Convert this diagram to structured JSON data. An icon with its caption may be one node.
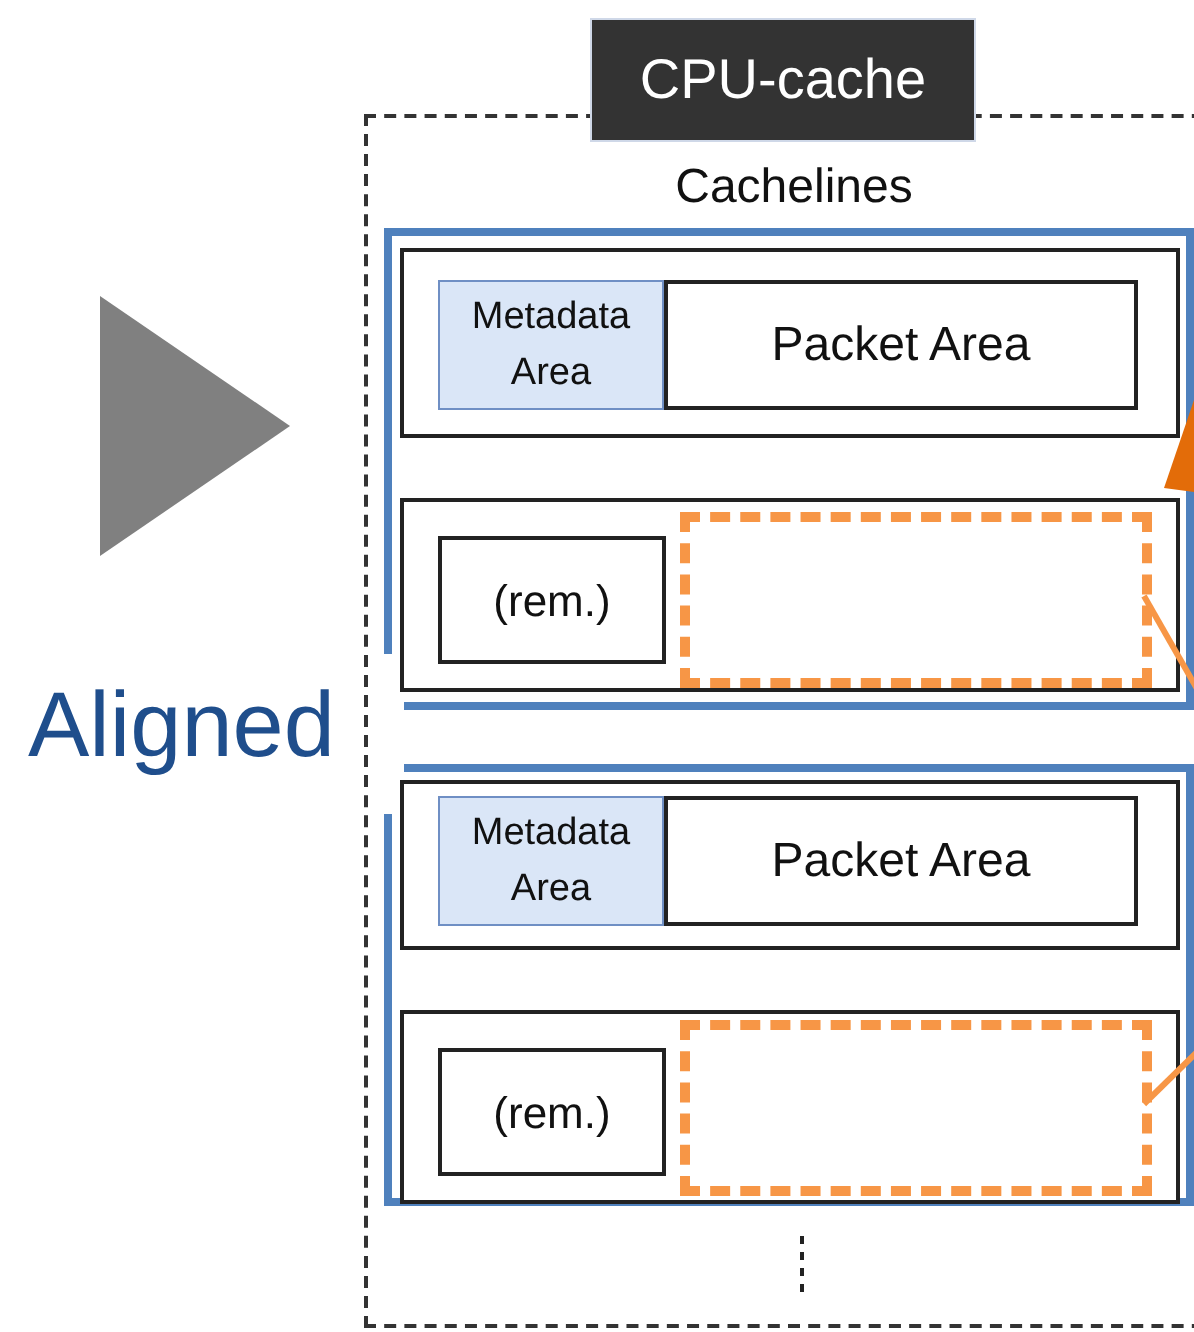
{
  "diagram": {
    "nodes": [
      {
        "text": [
          "CPU-cache"
        ]
      },
      {
        "text": [
          "Cachelines"
        ]
      },
      {
        "text": [],
        "shape": "box",
        "in": 1
      },
      {
        "text": [],
        "shape": "box",
        "in": 2
      },
      {
        "text": [
          "Metadata Area"
        ],
        "in": 3
      },
      {
        "text": [
          "Packet Area"
        ],
        "in": 3
      },
      {
        "text": [],
        "shape": "box",
        "in": 2
      },
      {
        "text": [
          "(rem.)"
        ],
        "in": 6
      },
      {
        "text": [],
        "shape": "box",
        "in": 6
      },
      {
        "text": [],
        "shape": "box",
        "in": 1
      },
      {
        "text": [],
        "shape": "box",
        "in": 9
      },
      {
        "text": [
          "Metadata Area"
        ],
        "in": 10
      },
      {
        "text": [
          "Packet Area"
        ],
        "in": 10
      },
      {
        "text": [],
        "shape": "box",
        "in": 9
      },
      {
        "text": [
          "(rem.)"
        ],
        "in": 13
      },
      {
        "text": [],
        "shape": "box",
        "in": 13
      },
      {
        "text": [],
        "shape": "triangle"
      }
    ],
    "edges": [
      {
        "from": 8,
        "to": null,
        "arrow": "none"
      },
      {
        "from": 15,
        "to": null,
        "arrow": "none"
      }
    ],
    "labels": [
      "Aligned"
    ]
  }
}
